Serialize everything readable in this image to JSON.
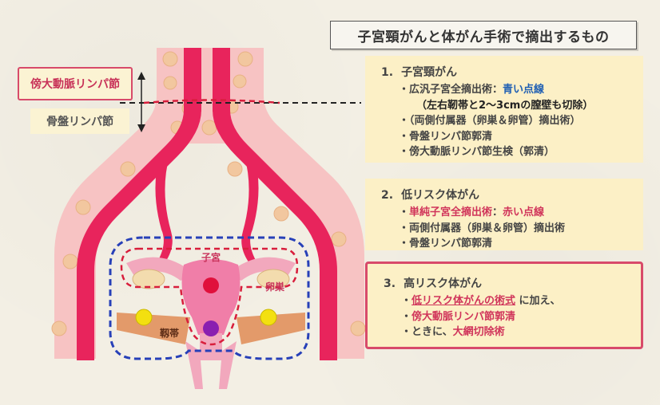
{
  "title": "子宮頸がんと体がん手術で摘出するもの",
  "labels": {
    "para_aortic": "傍大動脈リンパ節",
    "pelvic": "骨盤リンパ節",
    "uterus": "子宮",
    "ovary": "卵巣",
    "ligament": "靱帯"
  },
  "sections": [
    {
      "number": "1.",
      "heading": "子宮頸がん",
      "items": [
        {
          "prefix": "・広汎子宮全摘出術：",
          "highlight": "青い点線"
        },
        {
          "text": "（左右靭帯と2～3cmの膣壁も切除）"
        },
        {
          "text": "・（両側付属器（卵巣＆卵管）摘出術）"
        },
        {
          "text": "・骨盤リンパ節郭清"
        },
        {
          "text": "・傍大動脈リンパ節生検（郭清）"
        }
      ]
    },
    {
      "number": "2.",
      "heading": "低リスク体がん",
      "items": [
        {
          "highlight1": "単純子宮全摘出術",
          "sep": "：",
          "highlight2": "赤い点線"
        },
        {
          "text": "・両側付属器（卵巣＆卵管）摘出術"
        },
        {
          "text": "・骨盤リンパ節郭清"
        }
      ]
    },
    {
      "number": "3.",
      "heading": "高リスク体がん",
      "items": [
        {
          "highlight": "低リスク体がんの術式",
          "suffix": " に加え、"
        },
        {
          "highlight": "傍大動脈リンパ節郭清"
        },
        {
          "prefix": "・ときに、",
          "highlight": "大網切除術"
        }
      ]
    }
  ],
  "colors": {
    "vessel": "#e8245c",
    "vessel_halo": "#f7c3c3",
    "node": "#f0c9a0",
    "blue_line": "#2740b8",
    "red_line": "#d81e3c",
    "accent_border": "#d84a6a",
    "panel_bg": "#fcf0c6",
    "ligament": "#e39a6a",
    "tumor_red": "#e0103c",
    "tumor_purple": "#8a1fb0",
    "yellow_node": "#f3e010"
  }
}
